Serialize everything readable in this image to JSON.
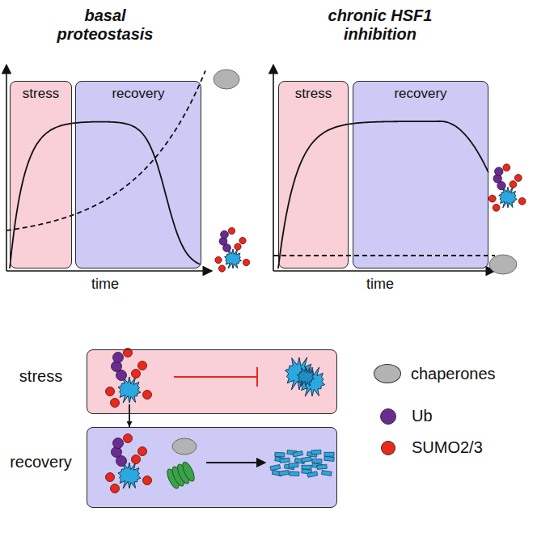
{
  "diagram": {
    "nodes": [
      {
        "text": [
          "stress"
        ]
      },
      {
        "text": [
          "recovery"
        ]
      },
      {
        "text": [
          "stress"
        ]
      },
      {
        "text": [
          "recovery"
        ]
      },
      {
        "text": [
          "stress"
        ]
      },
      {
        "text": [
          "recovery"
        ]
      }
    ],
    "edges": [
      {
        "from": 4,
        "to": 5,
        "arrow": "to"
      }
    ],
    "labels": [
      "basal proteostasis",
      "chronic HSF1 inhibition",
      "time",
      "time"
    ],
    "legend": [
      {
        "text": "chaperones",
        "color": "#b3b3b3"
      },
      {
        "text": "Ub",
        "color": "#6a2c91"
      },
      {
        "text": "SUMO2/3",
        "color": "#e8291c"
      }
    ]
  }
}
